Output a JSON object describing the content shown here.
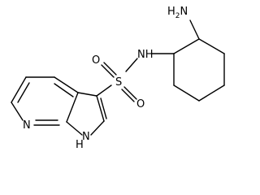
{
  "molecule": {
    "atoms": {
      "amine": "H2N",
      "nh": "NH",
      "s": "S",
      "o_top": "O",
      "o_bottom": "O",
      "pyridine_n": "N",
      "pyrrole_nh": "H",
      "pyrrole_n": "N"
    },
    "colors": {
      "bond": "#000000",
      "label": "#000000",
      "background": "#ffffff"
    }
  }
}
